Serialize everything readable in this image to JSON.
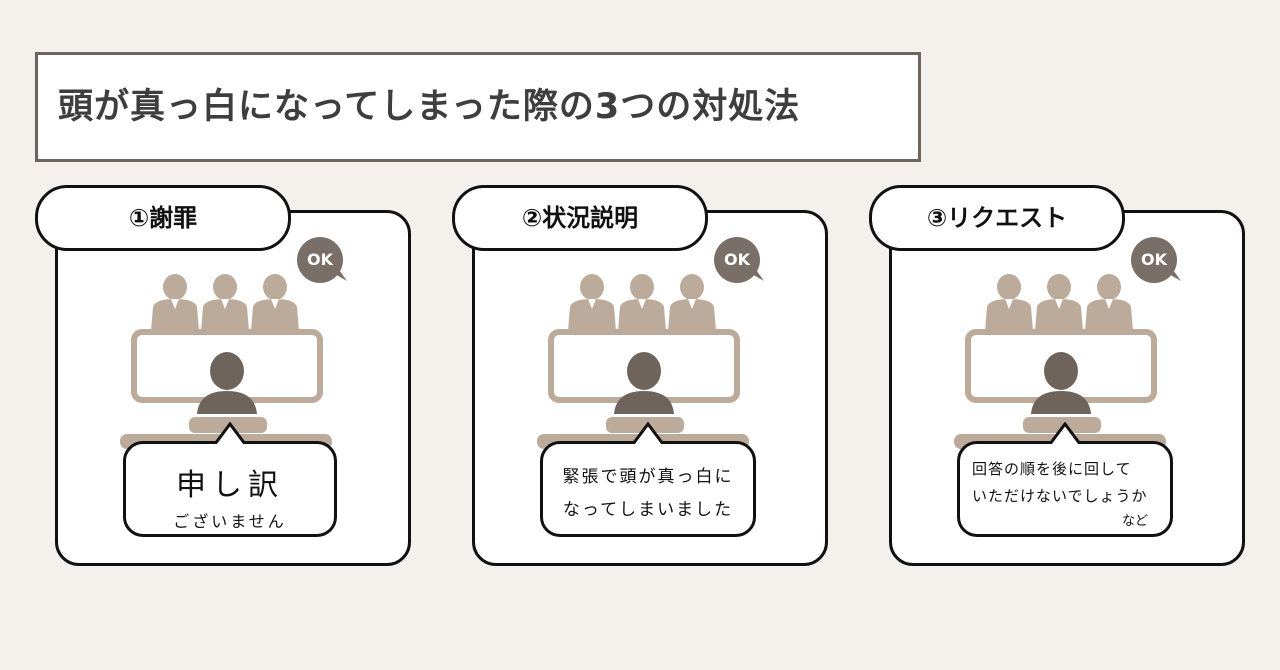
{
  "title": "頭が真っ白になってしまった際の3つの対処法",
  "ok_label": "OK",
  "cards": [
    {
      "tab": "①謝罪",
      "speech_lines": [
        "申し訳",
        "ございません"
      ],
      "speech_note": ""
    },
    {
      "tab": "②状況説明",
      "speech_lines": [
        "緊張で頭が真っ白に",
        "なってしまいました"
      ],
      "speech_note": ""
    },
    {
      "tab": "③リクエスト",
      "speech_lines": [
        "回答の順を後に回して",
        "いただけないでしょうか"
      ],
      "speech_note": "など"
    }
  ],
  "colors": {
    "background": "#f4f1ec",
    "interviewer": "#bcab9b",
    "candidate": "#6e645c",
    "ok_bubble": "#7a6f68",
    "ink": "#111111"
  }
}
